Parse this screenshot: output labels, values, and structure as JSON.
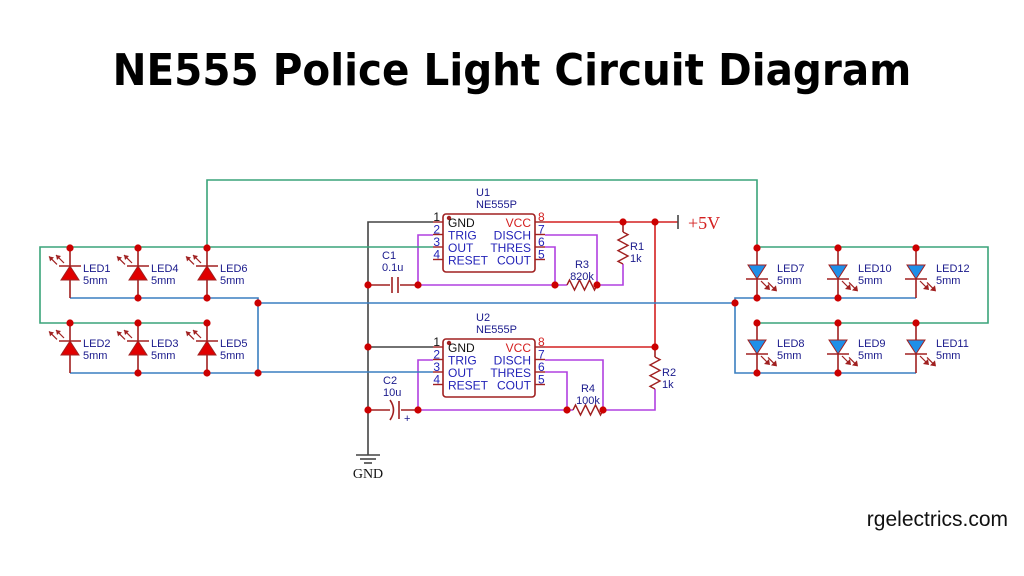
{
  "title": "NE555 Police Light Circuit Diagram",
  "watermark": "rgelectrics.com",
  "colors": {
    "wire_green": "#3aa47a",
    "wire_blue": "#3a7fc0",
    "wire_red": "#d42020",
    "wire_purple": "#b040e0",
    "wire_black": "#444444",
    "component": "#a02020",
    "junction": "#cc0000",
    "led_red": "#e00000",
    "led_blue": "#1e8fe8",
    "label": "#1a1a8c"
  },
  "power": {
    "vcc_label": "+5V",
    "gnd_label": "GND"
  },
  "ics": [
    {
      "ref": "U1",
      "part": "NE555P",
      "pins_left": [
        {
          "num": "1",
          "name": "GND"
        },
        {
          "num": "2",
          "name": "TRIG"
        },
        {
          "num": "3",
          "name": "OUT"
        },
        {
          "num": "4",
          "name": "RESET"
        }
      ],
      "pins_right": [
        {
          "num": "8",
          "name": "VCC"
        },
        {
          "num": "7",
          "name": "DISCH"
        },
        {
          "num": "6",
          "name": "THRES"
        },
        {
          "num": "5",
          "name": "COUT"
        }
      ]
    },
    {
      "ref": "U2",
      "part": "NE555P",
      "pins_left": [
        {
          "num": "1",
          "name": "GND"
        },
        {
          "num": "2",
          "name": "TRIG"
        },
        {
          "num": "3",
          "name": "OUT"
        },
        {
          "num": "4",
          "name": "RESET"
        }
      ],
      "pins_right": [
        {
          "num": "8",
          "name": "VCC"
        },
        {
          "num": "7",
          "name": "DISCH"
        },
        {
          "num": "6",
          "name": "THRES"
        },
        {
          "num": "5",
          "name": "COUT"
        }
      ]
    }
  ],
  "capacitors": [
    {
      "ref": "C1",
      "value": "0.1u",
      "polarized": false
    },
    {
      "ref": "C2",
      "value": "10u",
      "polarized": true,
      "polarity_mark": "+"
    }
  ],
  "resistors": [
    {
      "ref": "R1",
      "value": "1k"
    },
    {
      "ref": "R2",
      "value": "1k"
    },
    {
      "ref": "R3",
      "value": "820k"
    },
    {
      "ref": "R4",
      "value": "100k"
    }
  ],
  "leds": [
    {
      "ref": "LED1",
      "size": "5mm",
      "color": "red"
    },
    {
      "ref": "LED4",
      "size": "5mm",
      "color": "red"
    },
    {
      "ref": "LED6",
      "size": "5mm",
      "color": "red"
    },
    {
      "ref": "LED2",
      "size": "5mm",
      "color": "red"
    },
    {
      "ref": "LED3",
      "size": "5mm",
      "color": "red"
    },
    {
      "ref": "LED5",
      "size": "5mm",
      "color": "red"
    },
    {
      "ref": "LED7",
      "size": "5mm",
      "color": "blue"
    },
    {
      "ref": "LED10",
      "size": "5mm",
      "color": "blue"
    },
    {
      "ref": "LED12",
      "size": "5mm",
      "color": "blue"
    },
    {
      "ref": "LED8",
      "size": "5mm",
      "color": "blue"
    },
    {
      "ref": "LED9",
      "size": "5mm",
      "color": "blue"
    },
    {
      "ref": "LED11",
      "size": "5mm",
      "color": "blue"
    }
  ]
}
